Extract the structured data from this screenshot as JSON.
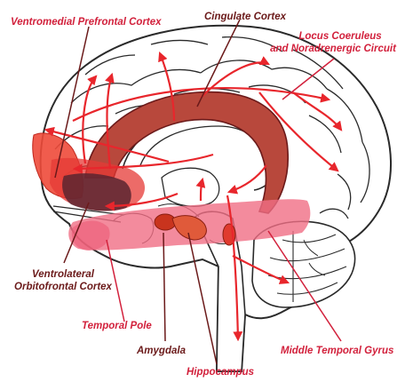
{
  "diagram": {
    "title": "",
    "colors": {
      "red_label": "#d2213c",
      "dark_label": "#6b1a1a",
      "arrow": "#e8262c",
      "cingulate": "#b8483c",
      "vmpfc": "#ee4a3a",
      "vlofc": "#5a2430",
      "temporal_band": "#f06e84",
      "amygdala": "#c9341e",
      "hippocampus": "#e05a3a",
      "outline": "#2a2a2a"
    },
    "labels": {
      "vmpfc": "Ventromedial Prefrontal Cortex",
      "cingulate": "Cingulate Cortex",
      "locus_line1": "Locus Coeruleus",
      "locus_line2": "and Noradrenergic Circuit",
      "vlofc_line1": "Ventrolateral",
      "vlofc_line2": "Orbitofrontal Cortex",
      "temporal_pole": "Temporal Pole",
      "amygdala": "Amygdala",
      "hippocampus": "Hippocampus",
      "mtg": "Middle Temporal Gyrus"
    }
  }
}
